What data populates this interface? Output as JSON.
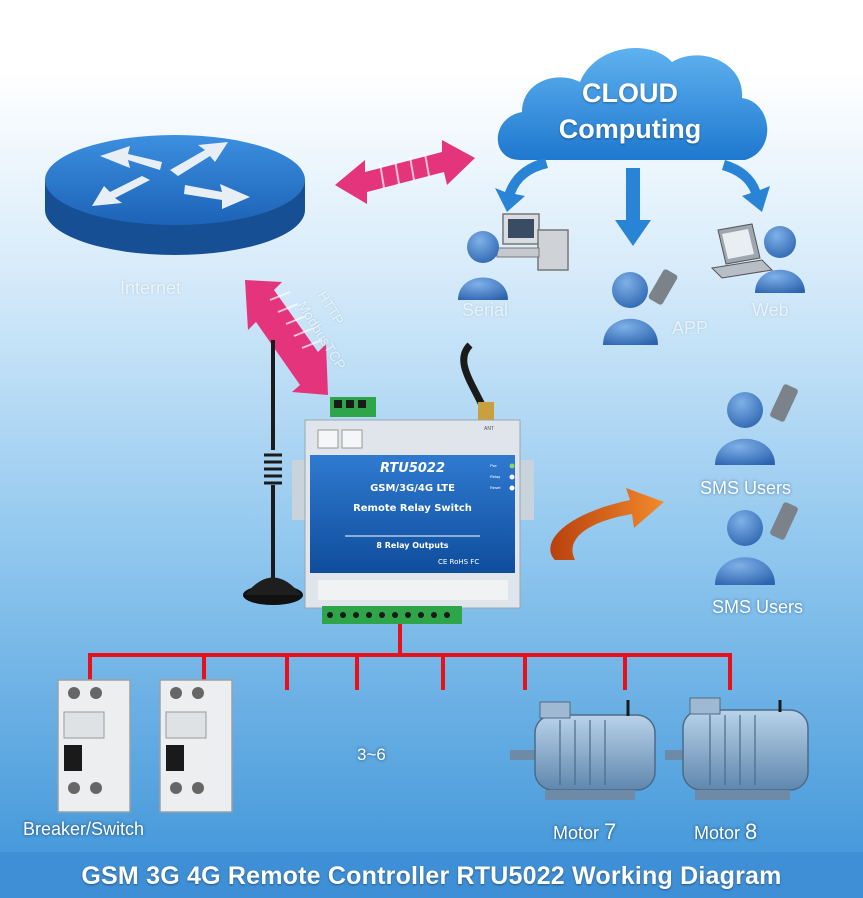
{
  "cloud": {
    "line1": "CLOUD",
    "line2": "Computing"
  },
  "router": {
    "label": "Internet"
  },
  "link_label": {
    "line1": "HTTP",
    "line2": "ModbusTCP"
  },
  "clients": {
    "serial": "Serial",
    "app": "APP",
    "web": "Web"
  },
  "sms_users": [
    "SMS Users",
    "SMS Users"
  ],
  "device": {
    "model": "RTU5022",
    "network": "GSM/3G/4G LTE",
    "function": "Remote Relay Switch",
    "outputs": "8 Relay Outputs",
    "certs": "CE RoHS FC",
    "indicators": [
      "Pwr",
      "Relay",
      "Reset"
    ],
    "top_port_label": "ANT"
  },
  "loads": {
    "breaker": "Breaker/Switch",
    "range": "3~6",
    "motor7_text": "Motor",
    "motor7_num": "7",
    "motor8_text": "Motor",
    "motor8_num": "8"
  },
  "footer": {
    "title": "GSM 3G 4G Remote Controller RTU5022 Working Diagram"
  },
  "colors": {
    "relay_bus": "#e8101a",
    "arrow_pink": "#e4347c",
    "router_blue": "#1f6fc5",
    "cloud_blue": "#2f8fdc",
    "person_blue": "#3d78c2"
  }
}
